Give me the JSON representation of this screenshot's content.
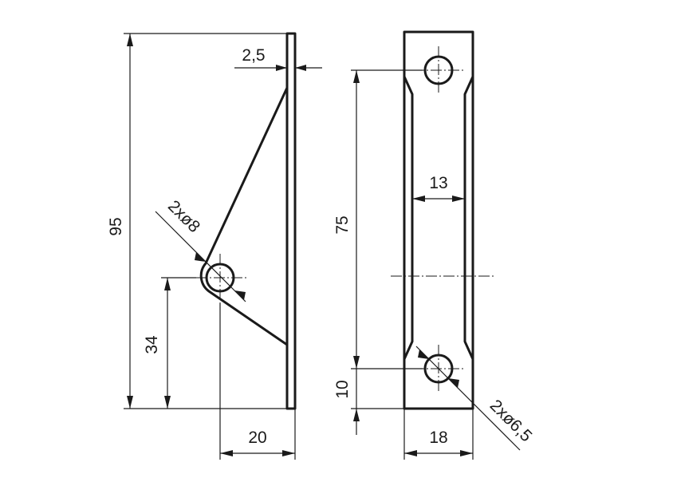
{
  "colors": {
    "line": "#1a1a1a",
    "background": "#ffffff"
  },
  "side_view": {
    "height_label": "95",
    "thickness_label": "2,5",
    "hole_label": "2xø8",
    "hole_height_label": "34",
    "width_label": "20"
  },
  "front_view": {
    "hole_spacing_label": "75",
    "slot_width_label": "13",
    "bottom_offset_label": "10",
    "width_label": "18",
    "hole_label": "2xø6,5"
  }
}
